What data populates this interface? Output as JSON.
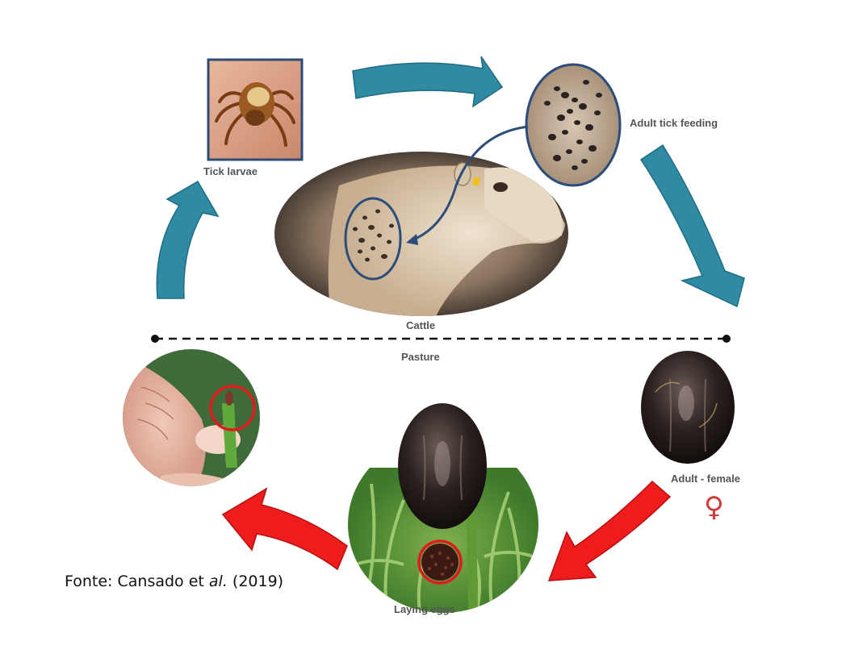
{
  "labels": {
    "tick_larvae": "Tick larvae",
    "adult_tick_feeding": "Adult tick feeding",
    "cattle": "Cattle",
    "pasture": "Pasture",
    "adult_female": "Adult - female",
    "female_symbol": "♀",
    "laying_eggs": "Laying eggs"
  },
  "source": {
    "prefix": "Fonte: Cansado et ",
    "italic": "al.",
    "suffix": " (2019)"
  },
  "colors": {
    "teal_arrow": "#2e8ba3",
    "red_arrow": "#ee1c1c",
    "circle_outline": "#2c4d7a",
    "egg_circle": "#e01b1b"
  }
}
